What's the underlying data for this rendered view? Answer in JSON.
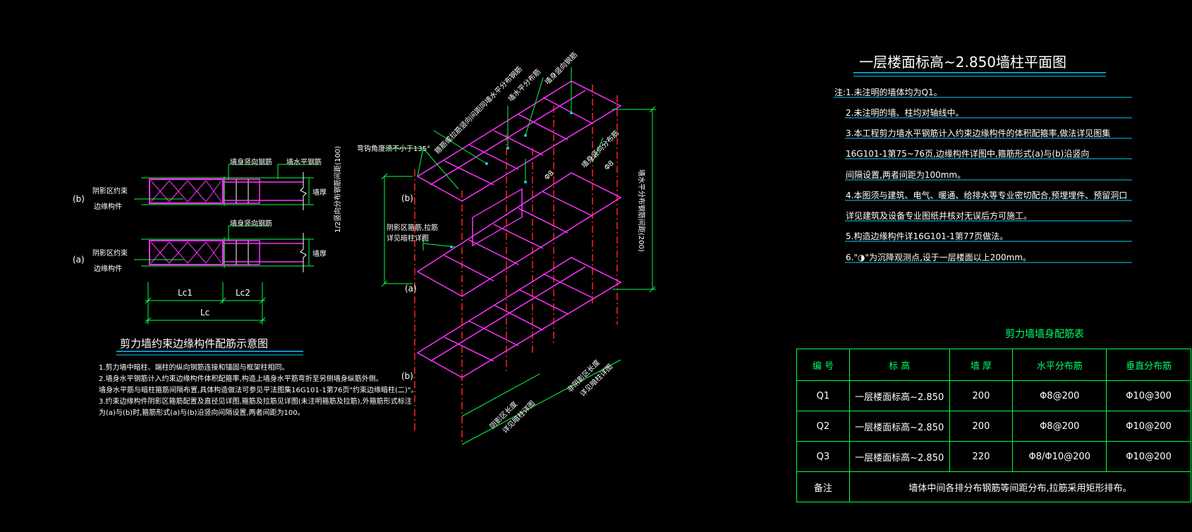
{
  "right": {
    "title": "一层楼面标高~2.850墙柱平面图",
    "notes": [
      "注:1.未注明的墙体均为Q1。",
      "2.未注明的墙、柱均对轴线中。",
      "3.本工程剪力墙水平钢筋计入约束边缘构件的体积配箍率,做法详见图集",
      "16G101-1第75~76页,边缘构件详图中,箍筋形式(a)与(b)沿竖向",
      "间隔设置,两者间距为100mm。",
      "4.本图须与建筑、电气、暖通、给排水等专业密切配合,预埋埋件、预留洞口",
      "详见建筑及设备专业图纸并核对无误后方可施工。",
      "5.构造边缘构件详16G101-1第77页做法。",
      "6.\"◑\"为沉降观测点,设于一层楼面以上200mm。"
    ]
  },
  "table": {
    "title": "剪力墙墙身配筋表",
    "headers": [
      "编 号",
      "标 高",
      "墙 厚",
      "水平分布筋",
      "垂直分布筋"
    ],
    "rows": [
      [
        "Q1",
        "一层楼面标高~2.850",
        "200",
        "Φ8@200",
        "Φ10@300"
      ],
      [
        "Q2",
        "一层楼面标高~2.850",
        "200",
        "Φ8@200",
        "Φ10@200"
      ],
      [
        "Q3",
        "一层楼面标高~2.850",
        "220",
        "Φ8/Φ10@200",
        "Φ10@200"
      ]
    ],
    "remark_label": "备注",
    "remark_text": "墙体中间各排分布钢筋等间距分布,拉筋采用矩形排布。"
  },
  "left": {
    "label_b": "(b)",
    "label_a": "(a)",
    "zone_b": [
      "阴影区约束",
      "边缘构件"
    ],
    "zone_a": [
      "阴影区约束",
      "边缘构件"
    ],
    "tag_wall_vertical": "墙身竖向钢筋",
    "tag_wall_horizontal": "墙水平钢筋",
    "tag_wall_vertical_2": "墙身竖向钢筋",
    "tag_b_width": "墙厚",
    "tag_a_width": "墙厚",
    "dim_lc1": "Lc1",
    "dim_lc2": "Lc2",
    "dim_lc": "Lc",
    "title": "剪力墙约束边缘构件配筋示意图",
    "notes": [
      "1.剪力墙中暗柱、端柱的纵向钢筋连接和锚固与框架柱相同。",
      "2.墙身水平钢筋计入约束边缘构件体积配箍率,构造上墙身水平筋弯折至另侧墙身纵筋外侧。",
      "墙身水平筋与暗柱箍筋间隔布置,具体构造做法可参见平法图集16G101-1第76页\"约束边缘暗柱(二)\"。",
      "3.约束边缘构件阴影区箍筋配置及直径见详图,箍筋及拉筋见详图(未注明箍筋及拉筋),外箍筋形式标注",
      "为(a)与(b)时,箍筋形式(a)与(b)沿竖向间隔设置,两者间距为100。"
    ]
  },
  "middle": {
    "label_b_top": "(b)",
    "label_a": "(a)",
    "label_b_bottom": "(b)",
    "note_angle": "弯钩角度须不小于135°",
    "note_zone": [
      "阴影区箍筋,拉筋",
      "详见暗柱详图"
    ],
    "note_left_dim": "1/2竖向分布钢筋间距(100)",
    "note_right_dim": "墙水平分布钢筋间距(200)",
    "tag_top1": "墙水平分布筋",
    "tag_top2": "墙身竖向钢筋",
    "tag_diag1": "箍筋或拉筋竖向间距同墙水平分布钢筋",
    "tag_diag2": "墙身竖向分布筋",
    "tag_phi8a": "Φ8",
    "tag_phi8b": "Φ8",
    "tag_bottom1": "阴影区长度",
    "tag_bottom2": "详见暗柱详图",
    "tag_bottom3": "非阴影区长度",
    "tag_bottom4": "详见暗柱详图"
  }
}
